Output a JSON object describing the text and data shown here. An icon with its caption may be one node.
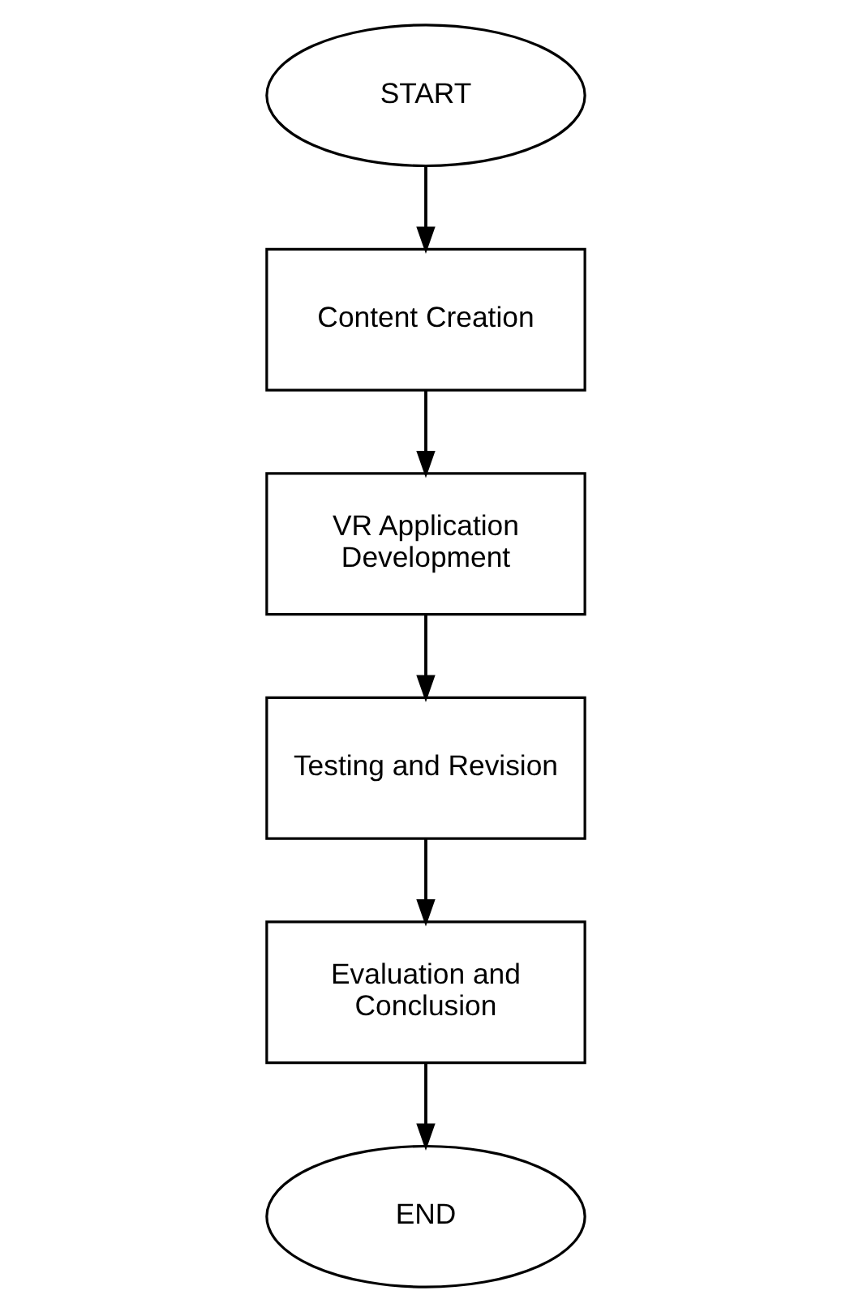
{
  "diagram": {
    "nodes": [
      {
        "text": [
          "START"
        ]
      },
      {
        "text": [
          "Content Creation"
        ]
      },
      {
        "text": [
          "VR Application Development"
        ]
      },
      {
        "text": [
          "Testing and Revision"
        ]
      },
      {
        "text": [
          "Evaluation and Conclusion"
        ]
      },
      {
        "text": [
          "END"
        ]
      }
    ],
    "edges": [
      {
        "from": 0,
        "to": 1,
        "arrow": "to"
      },
      {
        "from": 1,
        "to": 2,
        "arrow": "to"
      },
      {
        "from": 2,
        "to": 3,
        "arrow": "to"
      },
      {
        "from": 3,
        "to": 4,
        "arrow": "to"
      },
      {
        "from": 4,
        "to": 5,
        "arrow": "to"
      }
    ]
  }
}
